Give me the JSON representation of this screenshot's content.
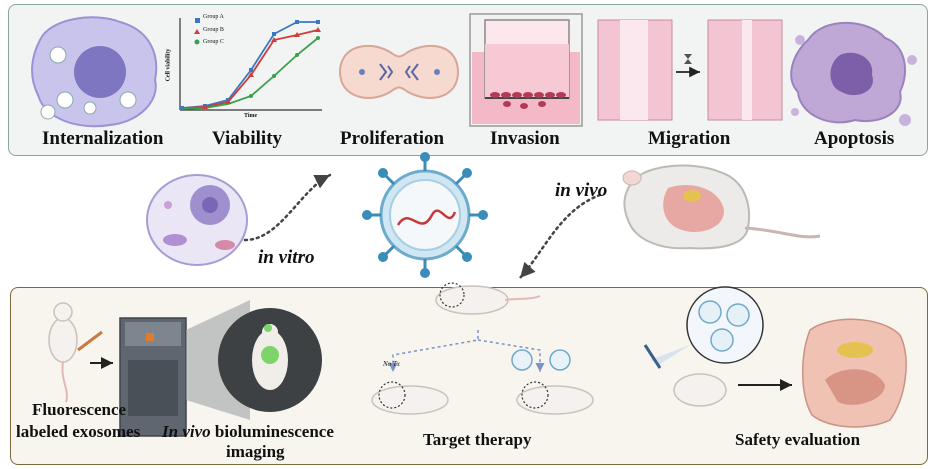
{
  "top_row": {
    "internalization": "Internalization",
    "viability": "Viability",
    "proliferation": "Proliferation",
    "invasion": "Invasion",
    "migration": "Migration",
    "apoptosis": "Apoptosis"
  },
  "mini_chart": {
    "ylabel": "Cell viability",
    "xlabel": "Time",
    "legend": [
      "Group A",
      "Group B",
      "Group C"
    ],
    "colors": [
      "#3b78c3",
      "#d23b3b",
      "#3aa04a"
    ]
  },
  "middle_row": {
    "in_vitro": "in vitro",
    "in_vivo": "in vivo"
  },
  "bottom_row": {
    "fluorescence_line1": "Fluorescence",
    "fluorescence_line2": "labeled exosomes",
    "imaging_prefix": "In vivo",
    "imaging_suffix": " bioluminescence",
    "imaging_line2": "imaging",
    "no_tx": "No Tx",
    "target_therapy": "Target therapy",
    "safety_evaluation": "Safety evaluation"
  }
}
